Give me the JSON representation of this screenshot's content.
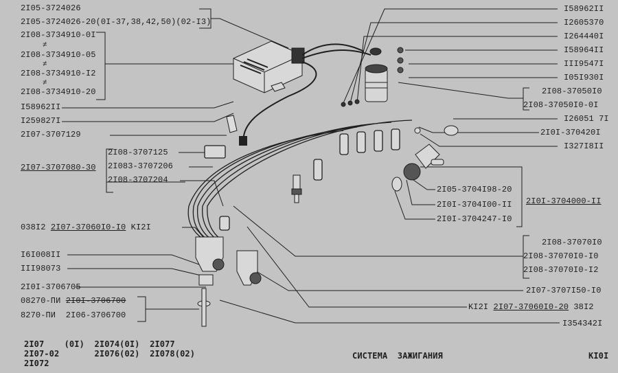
{
  "left_labels": {
    "harness_a": "2I05-3724026",
    "harness_b": "2I05-3724026-20(0I-37,38,42,50)(02-I3)",
    "module_a": "2I08-3734910-0I",
    "module_b": "2I08-3734910-05",
    "module_c": "2I08-3734910-I2",
    "module_d": "2I08-3734910-20",
    "interchange_mark": "≠",
    "washer_1": "I58962II",
    "screw_1": "I259827I",
    "bracket": "2I07-3707129",
    "wire_set": "2I07-3707080-30",
    "wire_holder": "2I08-3707125",
    "wire_1": "2I083-3707206",
    "wire_2": "2I08-3707204",
    "distributor_prefix": "038I2",
    "distributor": "2I07-37060I0-I0",
    "distributor_suffix": "KI2I",
    "part_161": "I6I008II",
    "part_111": "III98073",
    "clamp": "2I0I-3706705",
    "drive_old_prefix": "08270-ПИ",
    "drive_old": "2I0I-3706700",
    "drive_new_prefix": "8270-ПИ",
    "drive_new": "2I06-3706700"
  },
  "right_labels": {
    "r1": "I58962II",
    "r2": "I2605370",
    "r3": "I264440I",
    "r4": "I58964II",
    "r5": "III9547I",
    "r6": "I05I930I",
    "coil_a": "2I08-37050I0",
    "coil_b": "2I08-37050I0-0I",
    "r9": "I26051 7I",
    "r10": "2I0I-370420I",
    "r11": "I327I8II",
    "switch_key": "2I05-3704I98-20",
    "switch_contact": "2I0I-3704I00-II",
    "switch_ring": "2I0I-3704247-I0",
    "switch_assembly": "2I0I-3704000-II",
    "plug_a": "2I08-37070I0",
    "plug_b": "2I08-37070I0-I0",
    "plug_c": "2I08-37070I0-I2",
    "cap": "2I07-3707I50-I0",
    "dist2_prefix": "KI2I",
    "dist2": "2I07-37060I0-20",
    "dist2_suffix": "38I2",
    "pin": "I354342I"
  },
  "footer": {
    "models_row1": "2I07    (0I)  2I074(0I)  2I077",
    "models_row2": "2I07-02       2I076(02)  2I078(02)",
    "models_row3": "2I072",
    "title": "СИСТЕМА  ЗАЖИГАНИЯ",
    "page_code": "KI0I"
  }
}
